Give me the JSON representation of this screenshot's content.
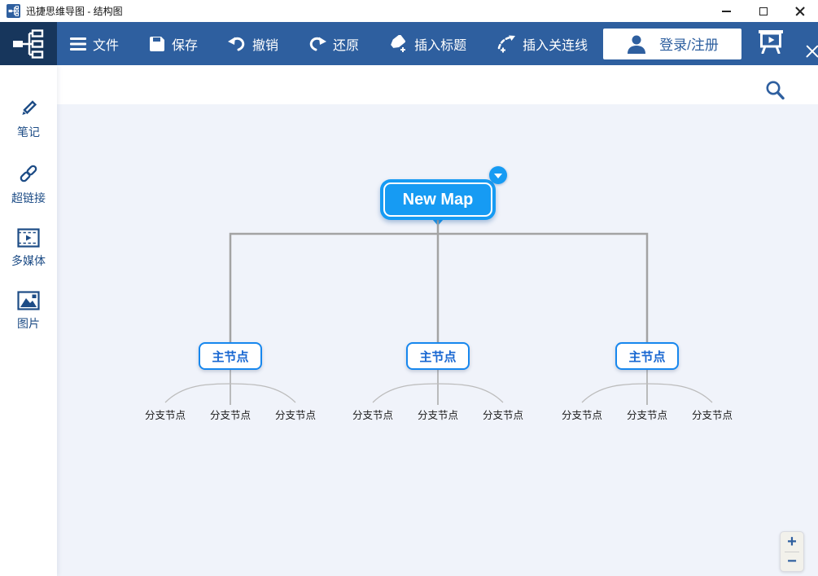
{
  "titlebar": {
    "title": "迅捷思维导图 - 结构图"
  },
  "toolbar": {
    "items": [
      {
        "label": "文件",
        "icon": "menu-icon"
      },
      {
        "label": "保存",
        "icon": "save-icon"
      },
      {
        "label": "撤销",
        "icon": "undo-icon"
      },
      {
        "label": "还原",
        "icon": "redo-icon"
      },
      {
        "label": "插入标题",
        "icon": "insert-title-icon"
      },
      {
        "label": "插入关连线",
        "icon": "insert-relation-line-icon"
      }
    ],
    "login_label": "登录/注册"
  },
  "sidebar": {
    "items": [
      {
        "label": "笔记",
        "icon": "note-pencil-icon"
      },
      {
        "label": "超链接",
        "icon": "hyperlink-icon"
      },
      {
        "label": "多媒体",
        "icon": "multimedia-icon"
      },
      {
        "label": "图片",
        "icon": "image-icon"
      }
    ]
  },
  "map": {
    "root_label": "New Map",
    "main_nodes": [
      {
        "label": "主节点"
      },
      {
        "label": "主节点"
      },
      {
        "label": "主节点"
      }
    ],
    "branches": [
      [
        "分支节点",
        "分支节点",
        "分支节点"
      ],
      [
        "分支节点",
        "分支节点",
        "分支节点"
      ],
      [
        "分支节点",
        "分支节点",
        "分支节点"
      ]
    ]
  },
  "zoom_controls": {
    "plus_label": "+",
    "minus_label": "−"
  },
  "colors": {
    "toolbar_bg": "#2e5f9f",
    "logo_bg": "#17365c",
    "root_node_blue": "#169bf3",
    "main_node_border": "#1787ee",
    "main_node_text": "#1766d1",
    "sidebar_text": "#1d4c86",
    "canvas_bg": "#f0f3fa",
    "connector_gray": "#a3a3a3"
  }
}
